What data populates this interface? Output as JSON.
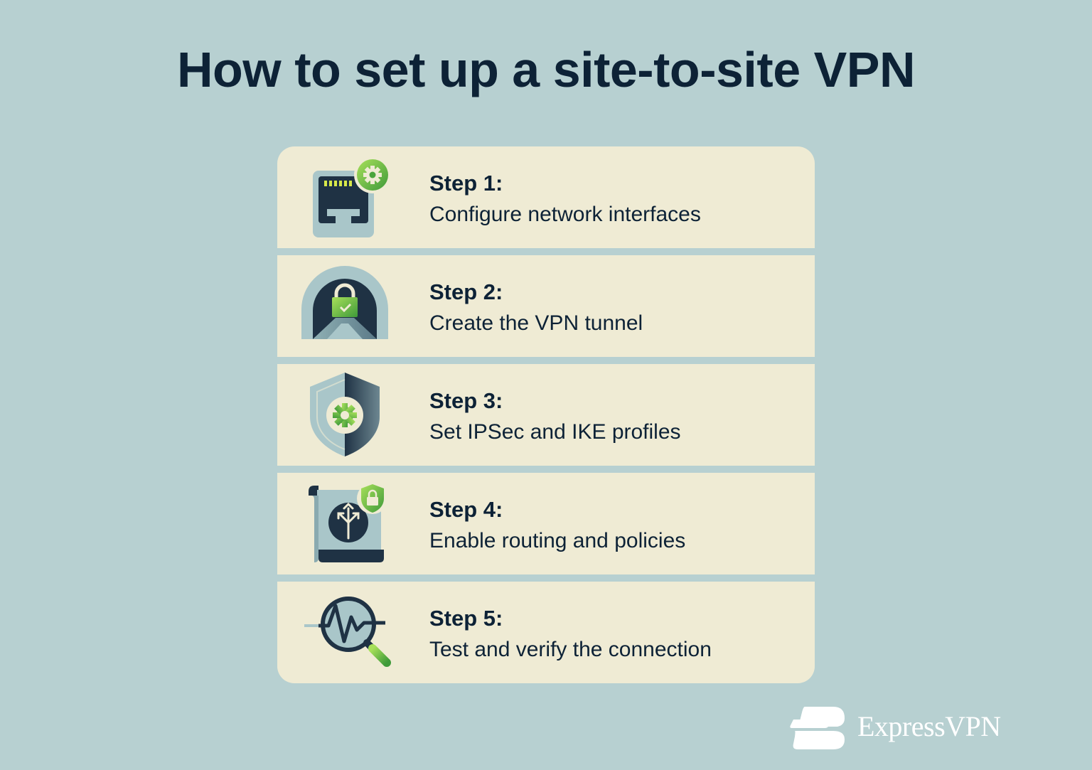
{
  "title": "How to set up a site-to-site VPN",
  "steps": [
    {
      "label": "Step 1:",
      "description": "Configure network interfaces",
      "icon": "ethernet-port-gear-icon"
    },
    {
      "label": "Step 2:",
      "description": "Create the VPN tunnel",
      "icon": "tunnel-lock-icon"
    },
    {
      "label": "Step 3:",
      "description": "Set IPSec and IKE profiles",
      "icon": "shield-gear-icon"
    },
    {
      "label": "Step 4:",
      "description": "Enable routing and policies",
      "icon": "routing-scroll-icon"
    },
    {
      "label": "Step 5:",
      "description": "Test and verify the connection",
      "icon": "magnifier-pulse-icon"
    }
  ],
  "brand": {
    "name": "ExpressVPN"
  },
  "colors": {
    "background": "#b7d0d1",
    "card": "#efebd4",
    "text": "#0d2236",
    "accent_green": "#6cb33f"
  }
}
